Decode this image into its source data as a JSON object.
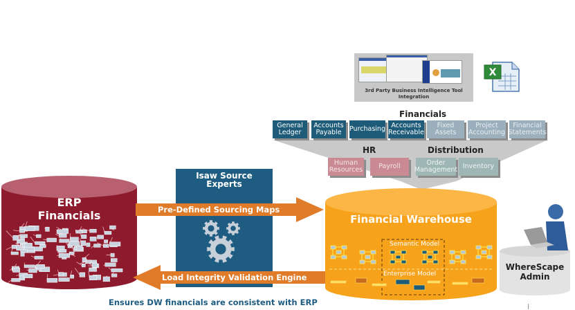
{
  "bi_integration": {
    "caption_line1": "3rd Party Business Intelligence Tool",
    "caption_line2": "Integration",
    "icon": "bi-screenshots-image"
  },
  "excel": {
    "icon": "excel-spreadsheet-icon"
  },
  "financials": {
    "heading": "Financials",
    "modules": [
      {
        "label1": "General",
        "label2": "Ledger",
        "state": "active"
      },
      {
        "label1": "Accounts",
        "label2": "Payable",
        "state": "active"
      },
      {
        "label1": "Purchasing",
        "label2": "",
        "state": "active"
      },
      {
        "label1": "Accounts",
        "label2": "Receivable",
        "state": "active"
      },
      {
        "label1": "Fixed",
        "label2": "Assets",
        "state": "inactive"
      },
      {
        "label1": "Project",
        "label2": "Accounting",
        "state": "inactive"
      },
      {
        "label1": "Financial",
        "label2": "Statements",
        "state": "inactive"
      }
    ]
  },
  "hr": {
    "heading": "HR",
    "modules": [
      {
        "label1": "Human",
        "label2": "Resources"
      },
      {
        "label1": "Payroll",
        "label2": ""
      }
    ]
  },
  "distribution": {
    "heading": "Distribution",
    "modules": [
      {
        "label1": "Order",
        "label2": "Management"
      },
      {
        "label1": "Inventory",
        "label2": ""
      }
    ]
  },
  "erp": {
    "title_line1": "ERP",
    "title_line2": "Financials"
  },
  "isaw": {
    "title_line1": "Isaw Source",
    "title_line2": "Experts",
    "icon": "gears-icon"
  },
  "arrows": {
    "forward": "Pre-Defined Sourcing Maps",
    "backward": "Load Integrity Validation Engine"
  },
  "warehouse": {
    "title": "Financial Warehouse",
    "semantic_label": "Semantic Model",
    "enterprise_label": "Enterprise Model"
  },
  "admin": {
    "label_line1": "WhereScape",
    "label_line2": "Admin",
    "icon": "user-laptop-icon"
  },
  "footer": "Ensures DW financials are consistent with ERP",
  "colors": {
    "erp": "#8e1a2e",
    "isaw": "#1e5c82",
    "arrow": "#e07b2a",
    "warehouse": "#f7a21b",
    "dark_tile": "#1d5b79",
    "light_tile": "#9bb0bc"
  }
}
